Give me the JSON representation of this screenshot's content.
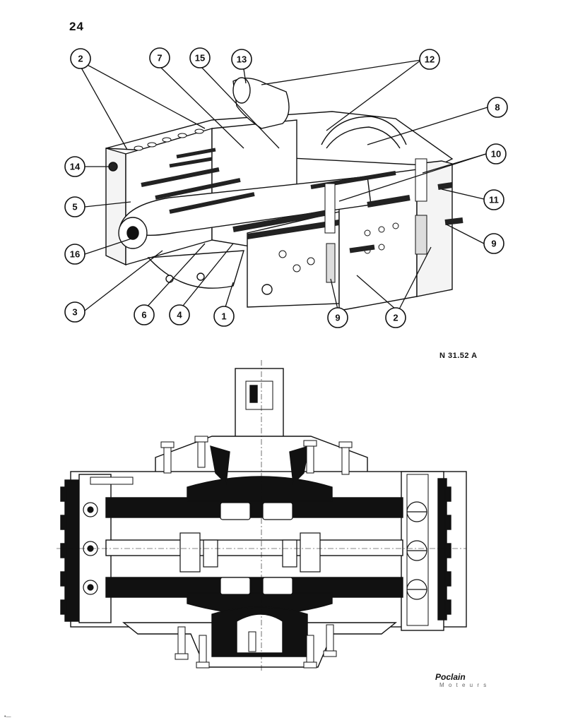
{
  "page": {
    "number": "24"
  },
  "figure": {
    "code": "N 31.52 A"
  },
  "brand": {
    "name": "Poclain",
    "sub": "M o t e u r s"
  },
  "corner_mark": "•—",
  "callouts": [
    {
      "id": "2a",
      "label": "2"
    },
    {
      "id": "7",
      "label": "7"
    },
    {
      "id": "15",
      "label": "15"
    },
    {
      "id": "13",
      "label": "13"
    },
    {
      "id": "12",
      "label": "12"
    },
    {
      "id": "8",
      "label": "8"
    },
    {
      "id": "14",
      "label": "14"
    },
    {
      "id": "10",
      "label": "10"
    },
    {
      "id": "5",
      "label": "5"
    },
    {
      "id": "11",
      "label": "11"
    },
    {
      "id": "9a",
      "label": "9"
    },
    {
      "id": "16",
      "label": "16"
    },
    {
      "id": "3",
      "label": "3"
    },
    {
      "id": "6",
      "label": "6"
    },
    {
      "id": "4",
      "label": "4"
    },
    {
      "id": "1",
      "label": "1"
    },
    {
      "id": "9b",
      "label": "9"
    },
    {
      "id": "2b",
      "label": "2"
    }
  ]
}
